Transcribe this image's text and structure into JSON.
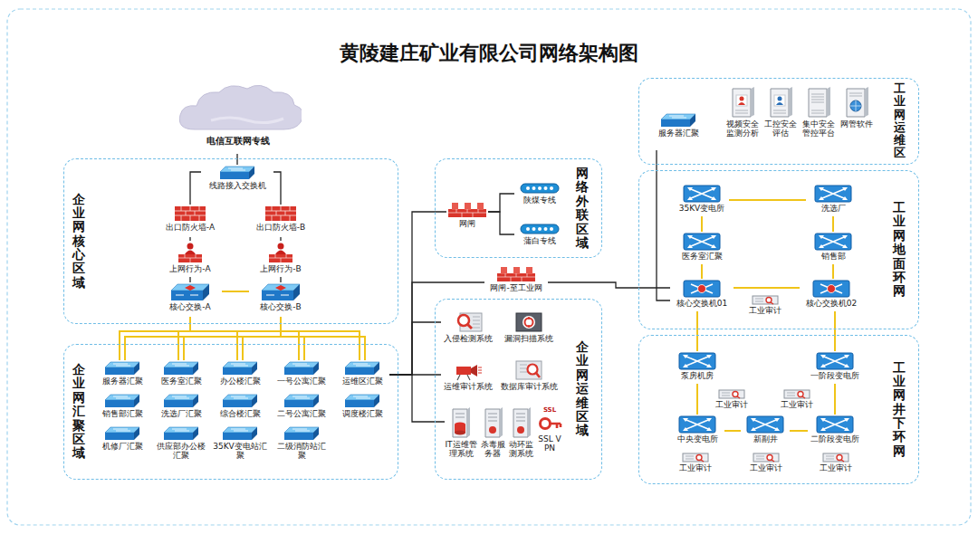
{
  "diagram": {
    "title": "黄陵建庄矿业有限公司网络架构图",
    "nodes": [
      {
        "text": [
          "电信互联网专线"
        ]
      },
      {
        "text": [
          "企业网核心区域"
        ]
      },
      {
        "text": [
          "线路接入交换机"
        ],
        "in": 1
      },
      {
        "text": [
          "出口防火墙-A"
        ],
        "in": 1
      },
      {
        "text": [
          "出口防火墙-B"
        ],
        "in": 1
      },
      {
        "text": [
          "上网行为-A"
        ],
        "in": 1
      },
      {
        "text": [
          "上网行为-B"
        ],
        "in": 1
      },
      {
        "text": [
          "核心交换-A"
        ],
        "in": 1
      },
      {
        "text": [
          "核心交换-B"
        ],
        "in": 1
      },
      {
        "text": [
          "企业网汇聚区域"
        ]
      },
      {
        "text": [
          "服务器汇聚"
        ],
        "in": 9
      },
      {
        "text": [
          "医务室汇聚"
        ],
        "in": 9
      },
      {
        "text": [
          "办公楼汇聚"
        ],
        "in": 9
      },
      {
        "text": [
          "一号公寓汇聚"
        ],
        "in": 9
      },
      {
        "text": [
          "运维区汇聚"
        ],
        "in": 9
      },
      {
        "text": [
          "销售部汇聚"
        ],
        "in": 9
      },
      {
        "text": [
          "洗选厂汇聚"
        ],
        "in": 9
      },
      {
        "text": [
          "综合楼汇聚"
        ],
        "in": 9
      },
      {
        "text": [
          "二号公寓汇聚"
        ],
        "in": 9
      },
      {
        "text": [
          "调度楼汇聚"
        ],
        "in": 9
      },
      {
        "text": [
          "机修厂汇聚"
        ],
        "in": 9
      },
      {
        "text": [
          "供应部办公楼汇聚"
        ],
        "in": 9
      },
      {
        "text": [
          "35KV变电站汇聚"
        ],
        "in": 9
      },
      {
        "text": [
          "二级消防站汇聚"
        ],
        "in": 9
      },
      {
        "text": [
          "网络外联区域"
        ]
      },
      {
        "text": [
          "网闸"
        ],
        "in": 24
      },
      {
        "text": [
          "陕煤专线"
        ],
        "in": 24
      },
      {
        "text": [
          "蒲白专线"
        ],
        "in": 24
      },
      {
        "text": [
          "网闸-至工业网"
        ]
      },
      {
        "text": [
          "企业网运维区域"
        ]
      },
      {
        "text": [
          "入侵检测系统"
        ],
        "in": 29
      },
      {
        "text": [
          "漏洞扫描系统"
        ],
        "in": 29
      },
      {
        "text": [
          "运维审计系统"
        ],
        "in": 29
      },
      {
        "text": [
          "数据库审计系统"
        ],
        "in": 29
      },
      {
        "text": [
          "IT运维管理系统"
        ],
        "in": 29
      },
      {
        "text": [
          "杀毒服务器"
        ],
        "in": 29
      },
      {
        "text": [
          "动环监测系统"
        ],
        "in": 29
      },
      {
        "text": [
          "SSL VPN"
        ],
        "in": 29
      },
      {
        "text": [
          "工业网运维区"
        ]
      },
      {
        "text": [
          "服务器汇聚"
        ],
        "in": 38
      },
      {
        "text": [
          "视频安全监测分析"
        ],
        "in": 38
      },
      {
        "text": [
          "工控安全评估"
        ],
        "in": 38
      },
      {
        "text": [
          "集中安全管控平台"
        ],
        "in": 38
      },
      {
        "text": [
          "网管软件"
        ],
        "in": 38
      },
      {
        "text": [
          "工业网地面环网"
        ]
      },
      {
        "text": [
          "35KV变电所"
        ],
        "in": 44
      },
      {
        "text": [
          "洗选厂"
        ],
        "in": 44
      },
      {
        "text": [
          "医务室汇聚"
        ],
        "in": 44
      },
      {
        "text": [
          "销售部"
        ],
        "in": 44
      },
      {
        "text": [
          "核心交换机01"
        ],
        "in": 44
      },
      {
        "text": [
          "工业审计"
        ],
        "in": 44
      },
      {
        "text": [
          "核心交换机02"
        ],
        "in": 44
      },
      {
        "text": [
          "工业网井下环网"
        ]
      },
      {
        "text": [
          "泵房机房"
        ],
        "in": 52
      },
      {
        "text": [
          "一阶段变电所"
        ],
        "in": 52
      },
      {
        "text": [
          "工业审计"
        ],
        "in": 52
      },
      {
        "text": [
          "工业审计"
        ],
        "in": 52
      },
      {
        "text": [
          "中央变电所"
        ],
        "in": 52
      },
      {
        "text": [
          "新副井"
        ],
        "in": 52
      },
      {
        "text": [
          "二阶段变电所"
        ],
        "in": 52
      },
      {
        "text": [
          "工业审计"
        ],
        "in": 52
      },
      {
        "text": [
          "工业审计"
        ],
        "in": 52
      },
      {
        "text": [
          "工业审计"
        ],
        "in": 52
      }
    ],
    "edges": [
      {
        "from": 0,
        "to": 2,
        "arrow": "none"
      },
      {
        "from": 2,
        "to": 3,
        "arrow": "none"
      },
      {
        "from": 2,
        "to": 4,
        "arrow": "none"
      },
      {
        "from": 3,
        "to": 5,
        "arrow": "none"
      },
      {
        "from": 4,
        "to": 6,
        "arrow": "none"
      },
      {
        "from": 5,
        "to": 7,
        "arrow": "none"
      },
      {
        "from": 6,
        "to": 8,
        "arrow": "none"
      },
      {
        "from": 7,
        "to": 8,
        "arrow": "none"
      },
      {
        "from": 7,
        "to": 10,
        "arrow": "none"
      },
      {
        "from": 7,
        "to": 11,
        "arrow": "none"
      },
      {
        "from": 7,
        "to": 12,
        "arrow": "none"
      },
      {
        "from": 7,
        "to": 13,
        "arrow": "none"
      },
      {
        "from": 7,
        "to": 14,
        "arrow": "none"
      },
      {
        "from": 8,
        "to": 10,
        "arrow": "none"
      },
      {
        "from": 8,
        "to": 11,
        "arrow": "none"
      },
      {
        "from": 8,
        "to": 12,
        "arrow": "none"
      },
      {
        "from": 8,
        "to": 13,
        "arrow": "none"
      },
      {
        "from": 8,
        "to": 14,
        "arrow": "none"
      },
      {
        "from": 14,
        "to": 25,
        "arrow": "none"
      },
      {
        "from": 14,
        "to": 28,
        "arrow": "none"
      },
      {
        "from": 14,
        "to": 30,
        "arrow": "none"
      },
      {
        "from": 14,
        "to": 32,
        "arrow": "none"
      },
      {
        "from": 14,
        "to": 34,
        "arrow": "none"
      },
      {
        "from": 25,
        "to": 26,
        "arrow": "none"
      },
      {
        "from": 25,
        "to": 27,
        "arrow": "none"
      },
      {
        "from": 28,
        "to": 49,
        "arrow": "none"
      },
      {
        "from": 39,
        "to": 49,
        "arrow": "none"
      },
      {
        "from": 45,
        "to": 46,
        "arrow": "none"
      },
      {
        "from": 45,
        "to": 47,
        "arrow": "none"
      },
      {
        "from": 46,
        "to": 48,
        "arrow": "none"
      },
      {
        "from": 47,
        "to": 49,
        "arrow": "none"
      },
      {
        "from": 48,
        "to": 51,
        "arrow": "none"
      },
      {
        "from": 49,
        "to": 51,
        "arrow": "none"
      },
      {
        "from": 49,
        "to": 53,
        "arrow": "none"
      },
      {
        "from": 51,
        "to": 54,
        "arrow": "none"
      },
      {
        "from": 53,
        "to": 57,
        "arrow": "none"
      },
      {
        "from": 54,
        "to": 59,
        "arrow": "none"
      },
      {
        "from": 57,
        "to": 58,
        "arrow": "none"
      },
      {
        "from": 58,
        "to": 59,
        "arrow": "none"
      }
    ],
    "labels": [
      "SSL"
    ]
  }
}
